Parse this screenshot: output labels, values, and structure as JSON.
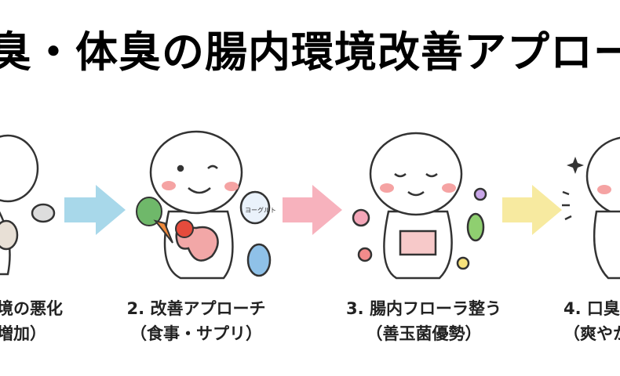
{
  "title": "臭・体臭の腸内環境改善アプロー",
  "steps": [
    {
      "line1": "境の悪化",
      "line2": "増加）"
    },
    {
      "line1": "2. 改善アプローチ",
      "line2": "（食事・サプリ）"
    },
    {
      "line1": "3. 腸内フローラ整う",
      "line2": "（善玉菌優勢）"
    },
    {
      "line1": "4. 口臭",
      "line2": "（爽やか"
    }
  ],
  "yogurt_label": "ヨーグルト",
  "colors": {
    "arrow1": "#a8d8ea",
    "arrow2": "#f7b2bd",
    "arrow3": "#f7eaa0",
    "cheek": "#f5a3a3",
    "intestine": "#f2a7a7"
  }
}
